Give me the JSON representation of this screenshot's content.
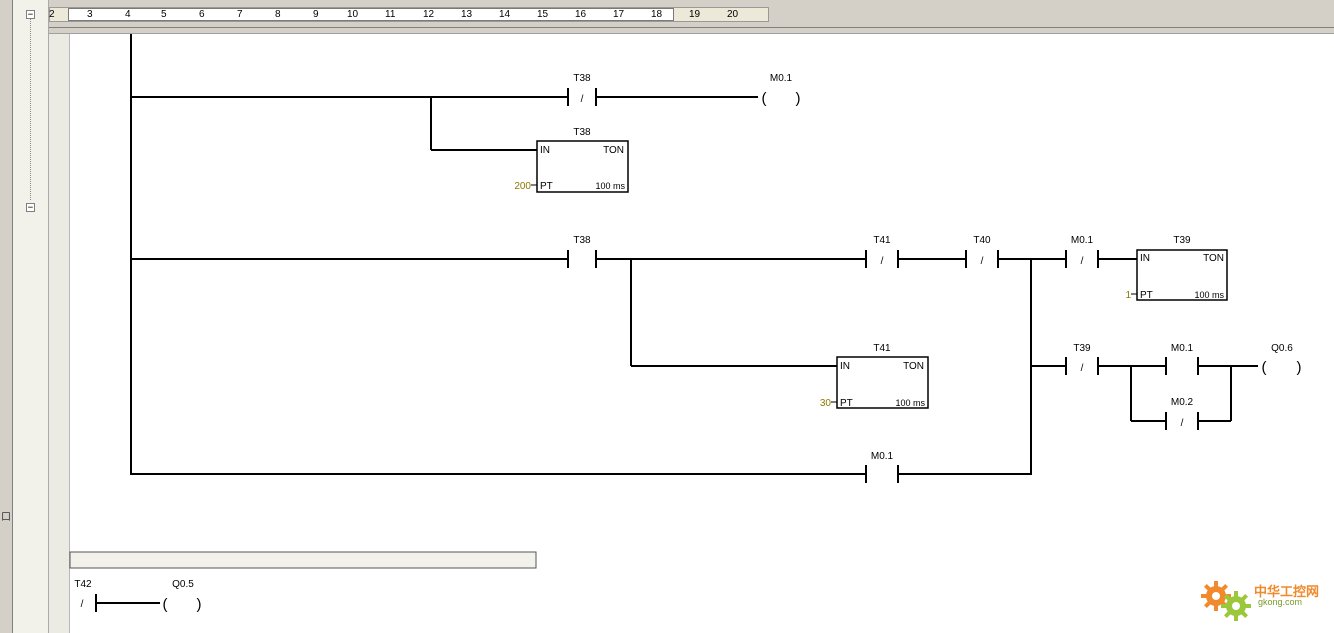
{
  "ruler": {
    "labels": [
      "2",
      "3",
      "4",
      "5",
      "6",
      "7",
      "8",
      "9",
      "10",
      "11",
      "12",
      "13",
      "14",
      "15",
      "16",
      "17",
      "18",
      "19",
      "20"
    ]
  },
  "network": {
    "rung1": {
      "contact1_label": "T38",
      "coil_label": "M0.1",
      "timer_label": "T38",
      "timer_in": "IN",
      "timer_type": "TON",
      "timer_pt_value": "200",
      "timer_pt": "PT",
      "timer_base": "100 ms"
    },
    "rung2": {
      "contact_t38": "T38",
      "contact_t41": "T41",
      "contact_t40": "T40",
      "contact_m01": "M0.1",
      "timer_t39_label": "T39",
      "timer_t39_in": "IN",
      "timer_t39_type": "TON",
      "timer_t39_pt_value": "1",
      "timer_t39_pt": "PT",
      "timer_t39_base": "100 ms",
      "timer_t41_label": "T41",
      "timer_t41_in": "IN",
      "timer_t41_type": "TON",
      "timer_t41_pt_value": "30",
      "timer_t41_pt": "PT",
      "timer_t41_base": "100 ms",
      "contact_t39": "T39",
      "contact_m01b": "M0.1",
      "contact_m02": "M0.2",
      "coil_q06": "Q0.6",
      "contact_m01c": "M0.1"
    },
    "rung3": {
      "contact_t42": "T42",
      "coil_q05": "Q0.5"
    }
  },
  "symbols": {
    "negated": "/",
    "coil_open": "(",
    "coil_close": ")",
    "collapse": "−",
    "left_marker": "口"
  },
  "watermark": {
    "name": "中华工控网",
    "url": "gkong.com"
  },
  "colors": {
    "pt_value": "#8b7a00",
    "wire": "#000000",
    "logo_orange": "#f08a2c",
    "logo_green": "#9ac83a"
  }
}
